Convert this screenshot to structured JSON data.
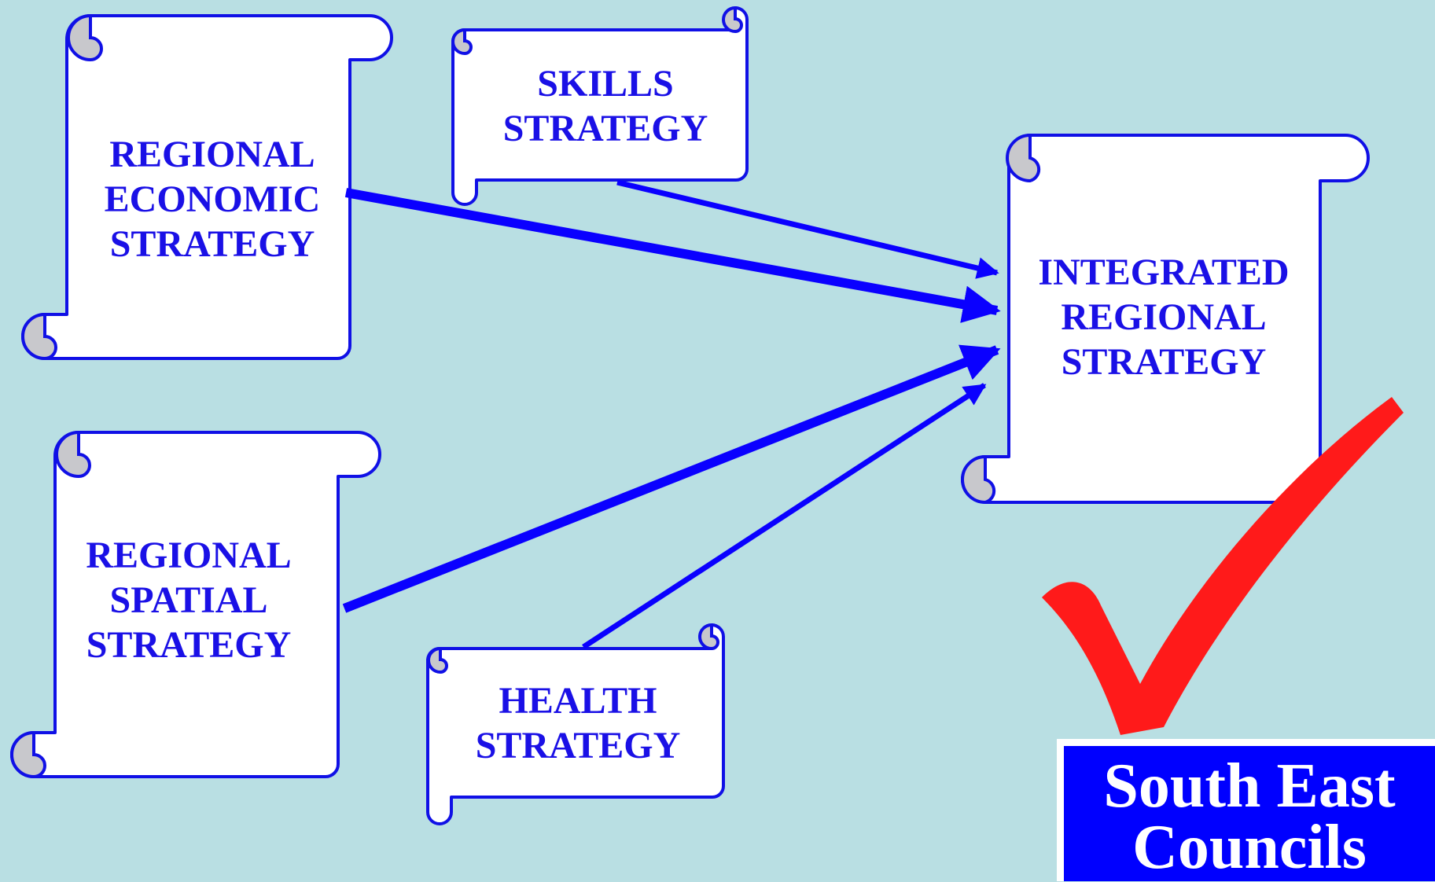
{
  "scrolls": {
    "regional_economic": {
      "line1": "REGIONAL",
      "line2": "ECONOMIC",
      "line3": "STRATEGY"
    },
    "skills": {
      "line1": "SKILLS",
      "line2": "STRATEGY"
    },
    "integrated": {
      "line1": "INTEGRATED",
      "line2": "REGIONAL",
      "line3": "STRATEGY"
    },
    "regional_spatial": {
      "line1": "REGIONAL",
      "line2": "SPATIAL",
      "line3": "STRATEGY"
    },
    "health": {
      "line1": "HEALTH",
      "line2": "STRATEGY"
    }
  },
  "badge": {
    "line1": "South East",
    "line2": "Councils"
  },
  "colors": {
    "background": "#b9dfe3",
    "text": "#1a10e6",
    "arrow": "#0a00ff",
    "check": "#ff1a1a",
    "badge": "#0000ff"
  },
  "icons": {
    "scroll": "scroll-icon",
    "check": "checkmark-icon"
  }
}
